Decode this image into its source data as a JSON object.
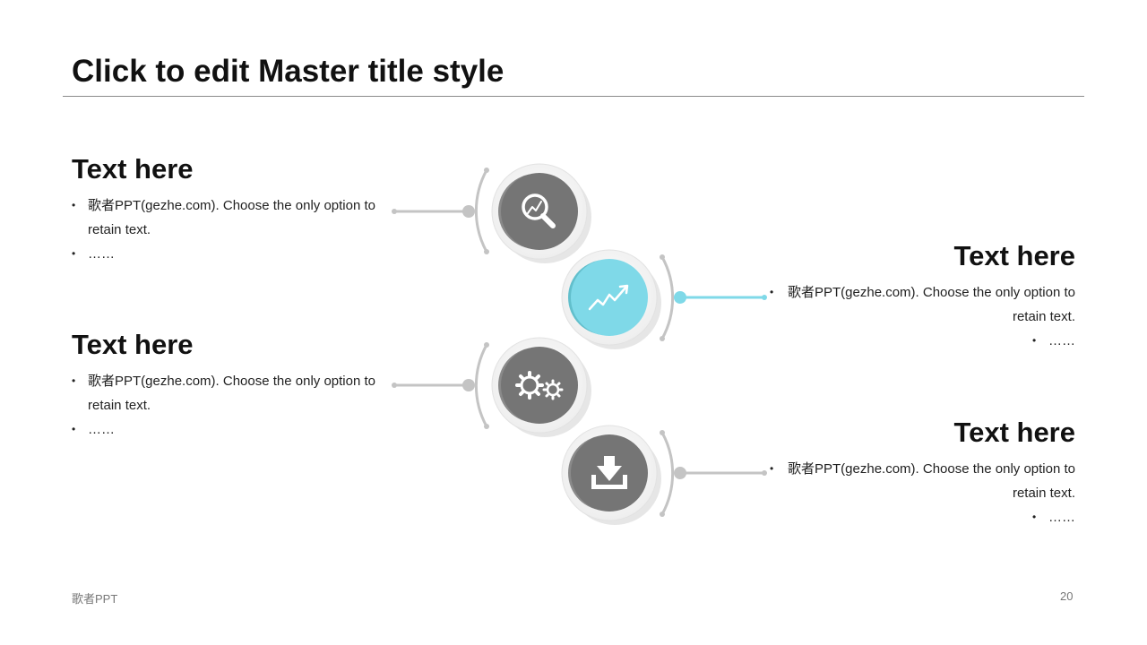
{
  "slide": {
    "title": "Click to edit Master title style",
    "footer": "歌者PPT",
    "page_number": "20"
  },
  "colors": {
    "accent": "#7fd9e8",
    "accent_light": "#b3e9f1",
    "icon_gray": "#757575",
    "connector_gray": "#c4c4c4",
    "title_rule": "#8a8a8a"
  },
  "steps": [
    {
      "title": "Text here",
      "body": "歌者PPT(gezhe.com).  Choose the only option to retain text.",
      "ellipsis": "……",
      "icon": "magnifier-chart-icon",
      "side": "left",
      "highlighted": false
    },
    {
      "title": "Text here",
      "body": "歌者PPT(gezhe.com).  Choose the only option to retain text.",
      "ellipsis": "……",
      "icon": "trend-arrow-icon",
      "side": "right",
      "highlighted": true
    },
    {
      "title": "Text here",
      "body": "歌者PPT(gezhe.com).  Choose the only option to retain text.",
      "ellipsis": "……",
      "icon": "gears-icon",
      "side": "left",
      "highlighted": false
    },
    {
      "title": "Text here",
      "body": "歌者PPT(gezhe.com).  Choose the only option to retain text.",
      "ellipsis": "……",
      "icon": "download-icon",
      "side": "right",
      "highlighted": false
    }
  ]
}
